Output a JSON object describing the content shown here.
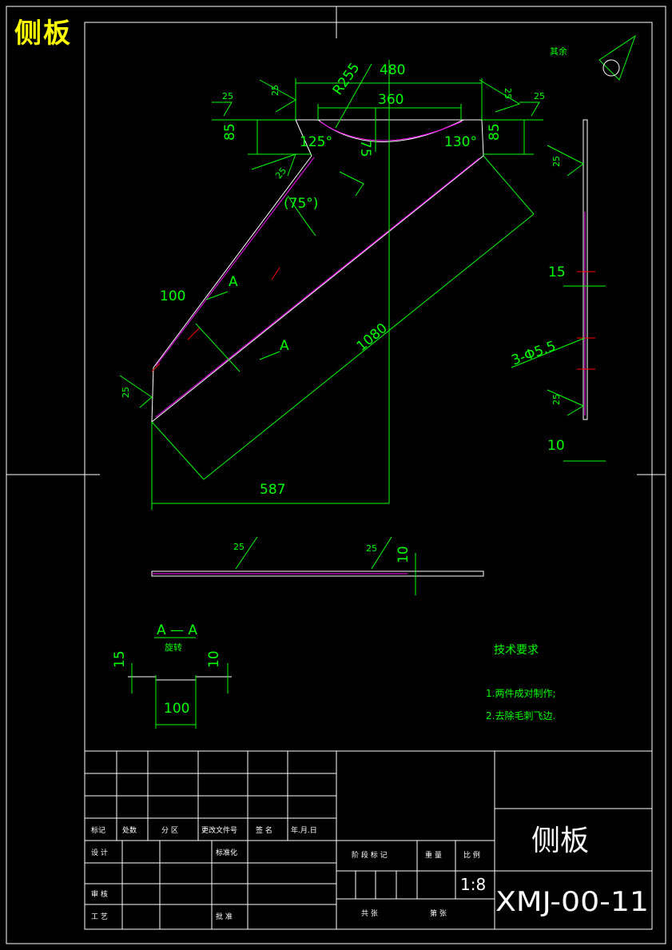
{
  "corner_title": "侧板",
  "dims": {
    "d480": "480",
    "r255": "R255",
    "d360": "360",
    "d75": "75",
    "d85_left": "85",
    "d85_right": "85",
    "a125": "125°",
    "a130": "130°",
    "a75": "(75°)",
    "d100": "100",
    "d1080": "1080",
    "d587": "587",
    "d15": "15",
    "holes": "3-Φ5.5",
    "d10": "10",
    "bottom_10": "10"
  },
  "section_labels": {
    "a_top": "A",
    "a_bottom": "A"
  },
  "welds": [
    "25",
    "25",
    "25",
    "25",
    "25",
    "25",
    "25",
    "25",
    "25",
    "25"
  ],
  "surface_note": "其余",
  "section": {
    "title": "A — A",
    "sub": "旋转",
    "d15": "15",
    "d10": "10",
    "d100": "100"
  },
  "tech": {
    "title": "技术要求",
    "items": [
      "1.两件成对制作;",
      "2.去除毛刺飞边."
    ]
  },
  "title_block": {
    "labels": [
      "标记",
      "处数",
      "分 区",
      "更改文件号",
      "签 名",
      "年.月.日"
    ],
    "design": "设 计",
    "standard": "标准化",
    "review": "审 核",
    "process": "工 艺",
    "approve": "批 准",
    "stage_mark": "阶 段 标 记",
    "weight": "重 量",
    "scale_label": "比 例",
    "scale": "1:8",
    "sheets_total": "共    张",
    "sheet_no": "第    张",
    "part_name": "侧板",
    "drawing_no": "XMJ-00-11"
  }
}
